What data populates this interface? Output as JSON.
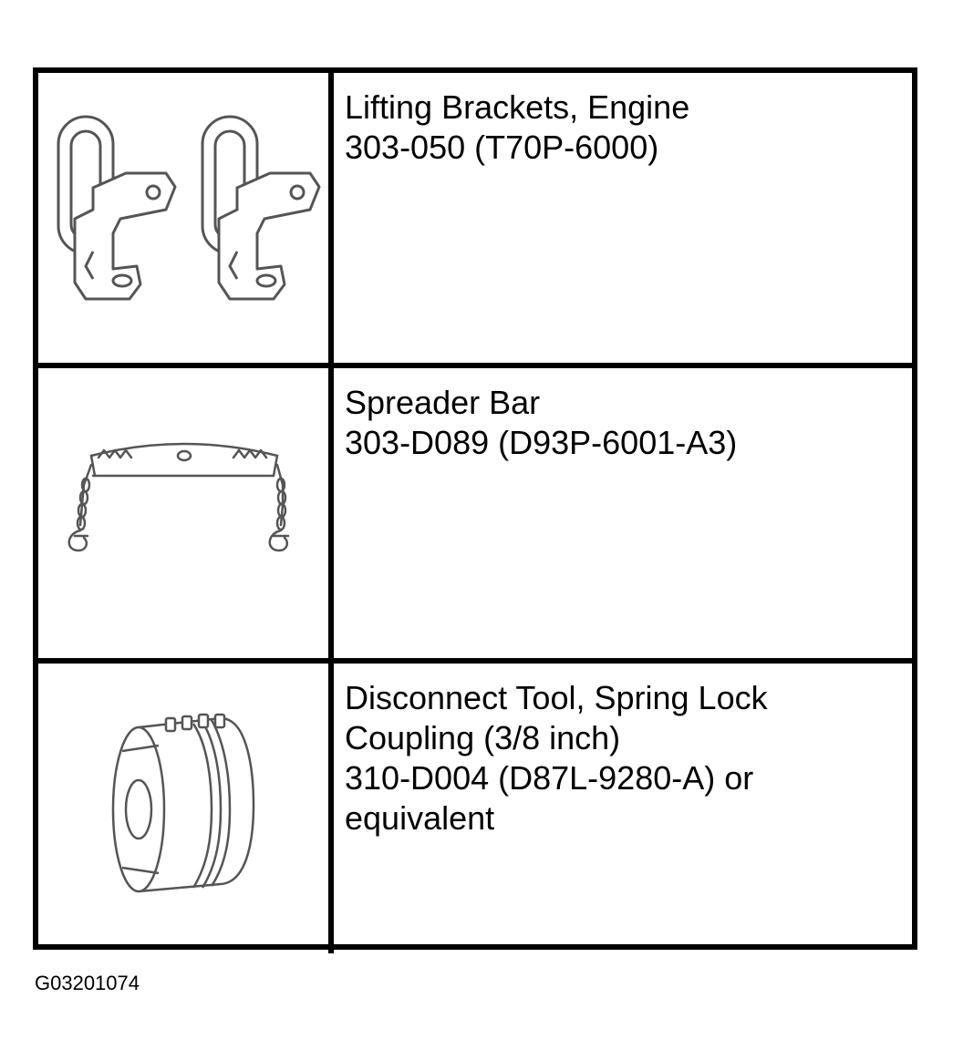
{
  "tools": [
    {
      "icon": "lifting-brackets-illustration",
      "lines": [
        "Lifting Brackets, Engine",
        "303-050 (T70P-6000)"
      ]
    },
    {
      "icon": "spreader-bar-illustration",
      "lines": [
        "Spreader Bar",
        "303-D089 (D93P-6001-A3)"
      ]
    },
    {
      "icon": "disconnect-tool-illustration",
      "lines": [
        "Disconnect Tool, Spring Lock",
        "Coupling (3/8 inch)",
        "310-D004 (D87L-9280-A) or",
        "equivalent"
      ]
    }
  ],
  "figure_id": "G03201074"
}
